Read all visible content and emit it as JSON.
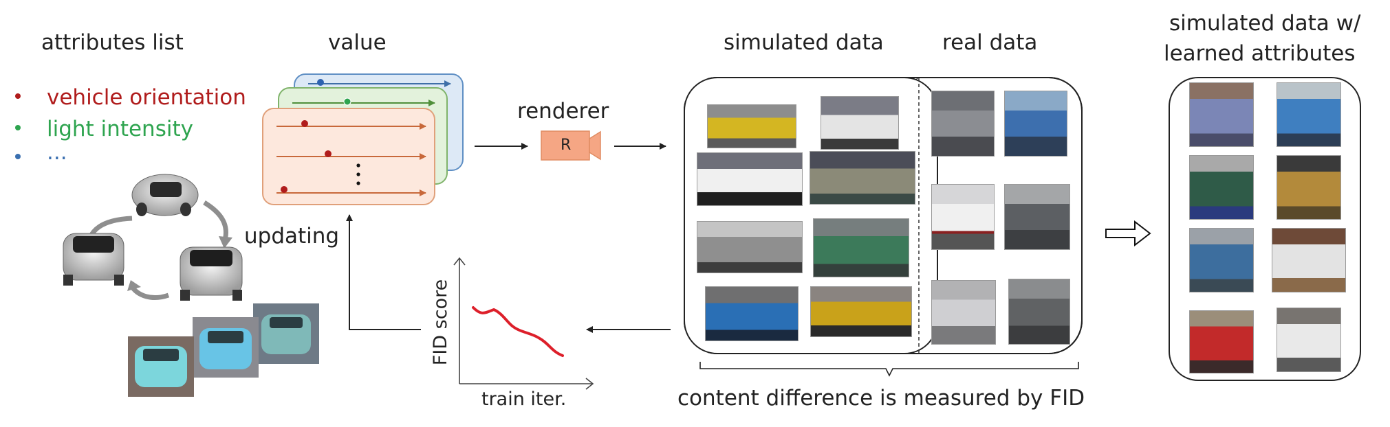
{
  "attributes": {
    "title": "attributes list",
    "items": [
      {
        "label": "vehicle orientation",
        "color": "#b01c1c"
      },
      {
        "label": "light intensity",
        "color": "#2ea44f"
      },
      {
        "label": "...",
        "color": "#3a6fb0"
      }
    ]
  },
  "value": {
    "title": "value"
  },
  "renderer": {
    "title": "renderer",
    "icon_label": "R"
  },
  "updating_label": "updating",
  "fid_plot": {
    "ylabel": "FID score",
    "xlabel": "train iter."
  },
  "simulated": {
    "title": "simulated data"
  },
  "real": {
    "title": "real data"
  },
  "content_caption": "content difference is measured by FID",
  "learned": {
    "title_line1": "simulated data w/",
    "title_line2": "learned attributes"
  },
  "colors": {
    "sim_panel": "#fde8dd",
    "sim_stroke": "#e0a07a",
    "green_panel": "#e3f2dc",
    "green_stroke": "#7fb36a",
    "blue_panel": "#dde9f6",
    "blue_stroke": "#5f8fc4",
    "renderer_fill": "#f5a684",
    "fid_curve": "#dd1f2a"
  }
}
